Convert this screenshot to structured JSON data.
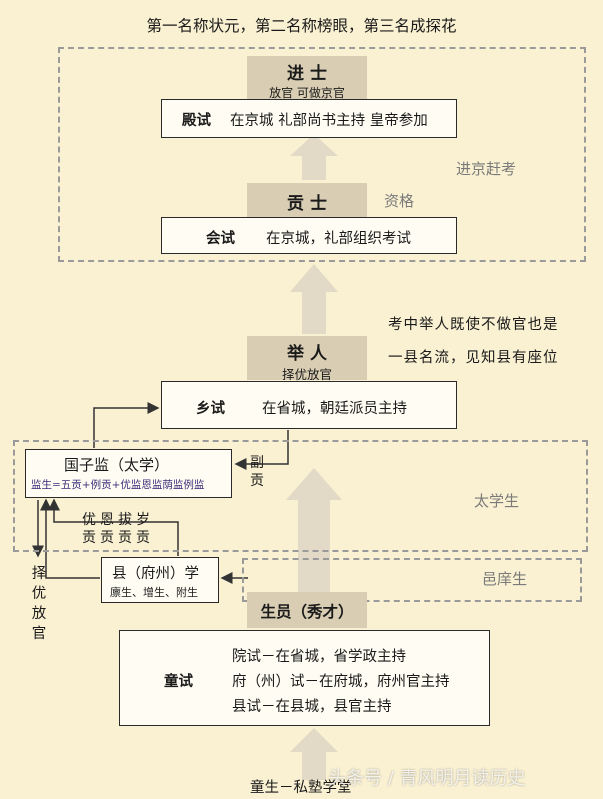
{
  "title": "第一名称状元，第二名称榜眼，第三名成探花",
  "regions": {
    "capital": "进京赶考",
    "taixue": "太学生",
    "yixiang": "邑庠生"
  },
  "jinshi": {
    "name": "进 士",
    "sub": "放官 可做京官",
    "exam": "殿试",
    "detail": "在京城 礼部尚书主持 皇帝参加"
  },
  "gongshi": {
    "name": "贡 士",
    "note": "资格",
    "exam": "会试",
    "detail": "在京城，礼部组织考试"
  },
  "juren": {
    "name": "举 人",
    "sub": "择优放官",
    "exam": "乡试",
    "detail": "在省城，朝廷派员主持",
    "note_line1": "考中举人既使不做官也是",
    "note_line2": "一县名流，见知县有座位"
  },
  "guozijian": {
    "title": "国子监（太学）",
    "detail": "监生=五贡+例贡+优监恩监荫监例监"
  },
  "fugong": {
    "char1": "副",
    "char2": "贡"
  },
  "youen": {
    "line1": "优恩拔岁",
    "line2": "贡贡贡贡"
  },
  "zeyou": [
    "择",
    "优",
    "放",
    "官"
  ],
  "xianxue": {
    "title": "县（府州）学",
    "detail": "廪生、增生、附生"
  },
  "shengyuan": {
    "name": "生员（秀才）"
  },
  "tongshi": {
    "label": "童试",
    "line1": "院试－在省城，省学政主持",
    "line2": "府（州）试－在府城，府州官主持",
    "line3": "县试－在县城，县官主持"
  },
  "bottom": "童生－私塾学堂",
  "watermark": "头条号 / 青风明月读历史"
}
